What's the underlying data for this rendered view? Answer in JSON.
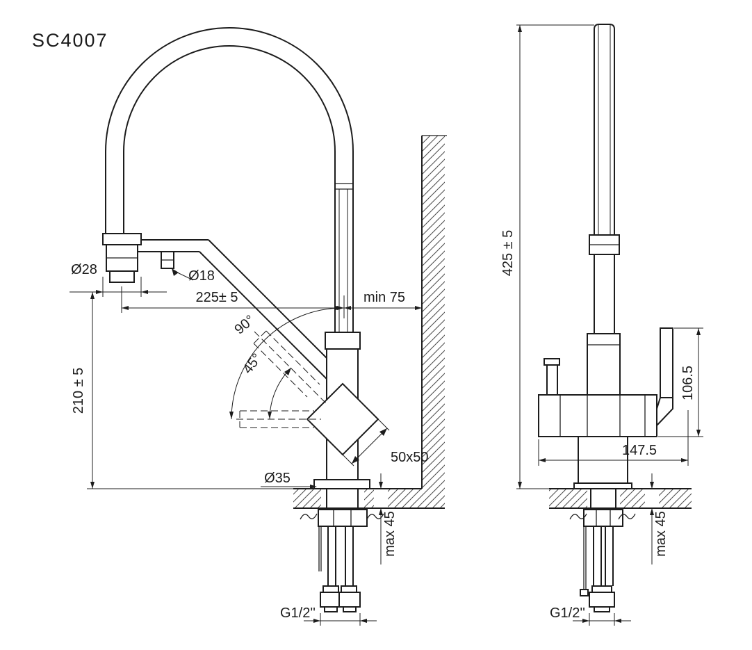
{
  "drawing": {
    "model": "SC4007",
    "side_view": {
      "spout_diameter": "Ø28",
      "nozzle_diameter": "Ø18",
      "spout_reach": "225± 5",
      "min_wall_distance": "min 75",
      "swivel_angle": "90°",
      "handle_angle": "45°",
      "spout_height": "210 ± 5",
      "body_section": "50x50",
      "hole_diameter": "Ø35",
      "max_deck_thickness": "max 45",
      "connection_thread": "G1/2''"
    },
    "front_view": {
      "total_height": "425 ± 5",
      "handle_height": "106.5",
      "body_width": "147.5",
      "max_deck_thickness": "max 45",
      "connection_thread": "G1/2''"
    }
  }
}
